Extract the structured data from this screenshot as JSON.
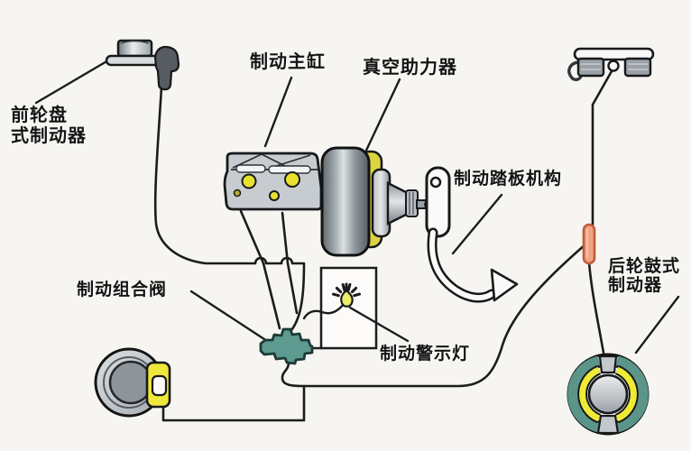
{
  "diagram": {
    "background_color": "#f7f5f1",
    "line_color": "#1c1c1c",
    "labels": {
      "front_disc_brake": {
        "line1": "前轮盘",
        "line2": "式制动器"
      },
      "master_cylinder": "制动主缸",
      "vacuum_booster": "真空助力器",
      "pedal_mechanism": "制动踏板机构",
      "combination_valve": "制动组合阀",
      "warning_light": "制动警示灯",
      "rear_drum_brake": {
        "line1": "后轮鼓式",
        "line2": "制动器"
      }
    },
    "colors": {
      "component_gray": "#c7ccd0",
      "dark_bracket": "#565c62",
      "caliper_yellow": "#efe73a",
      "port_yellow": "#e8e12f",
      "valve_teal": "#5d9a90",
      "drum_ring_teal": "#5b9489",
      "brake_shoe_yellow": "#eeea35",
      "connector_orange": "#f2a384",
      "bulb_yellow": "#eded6a"
    }
  }
}
